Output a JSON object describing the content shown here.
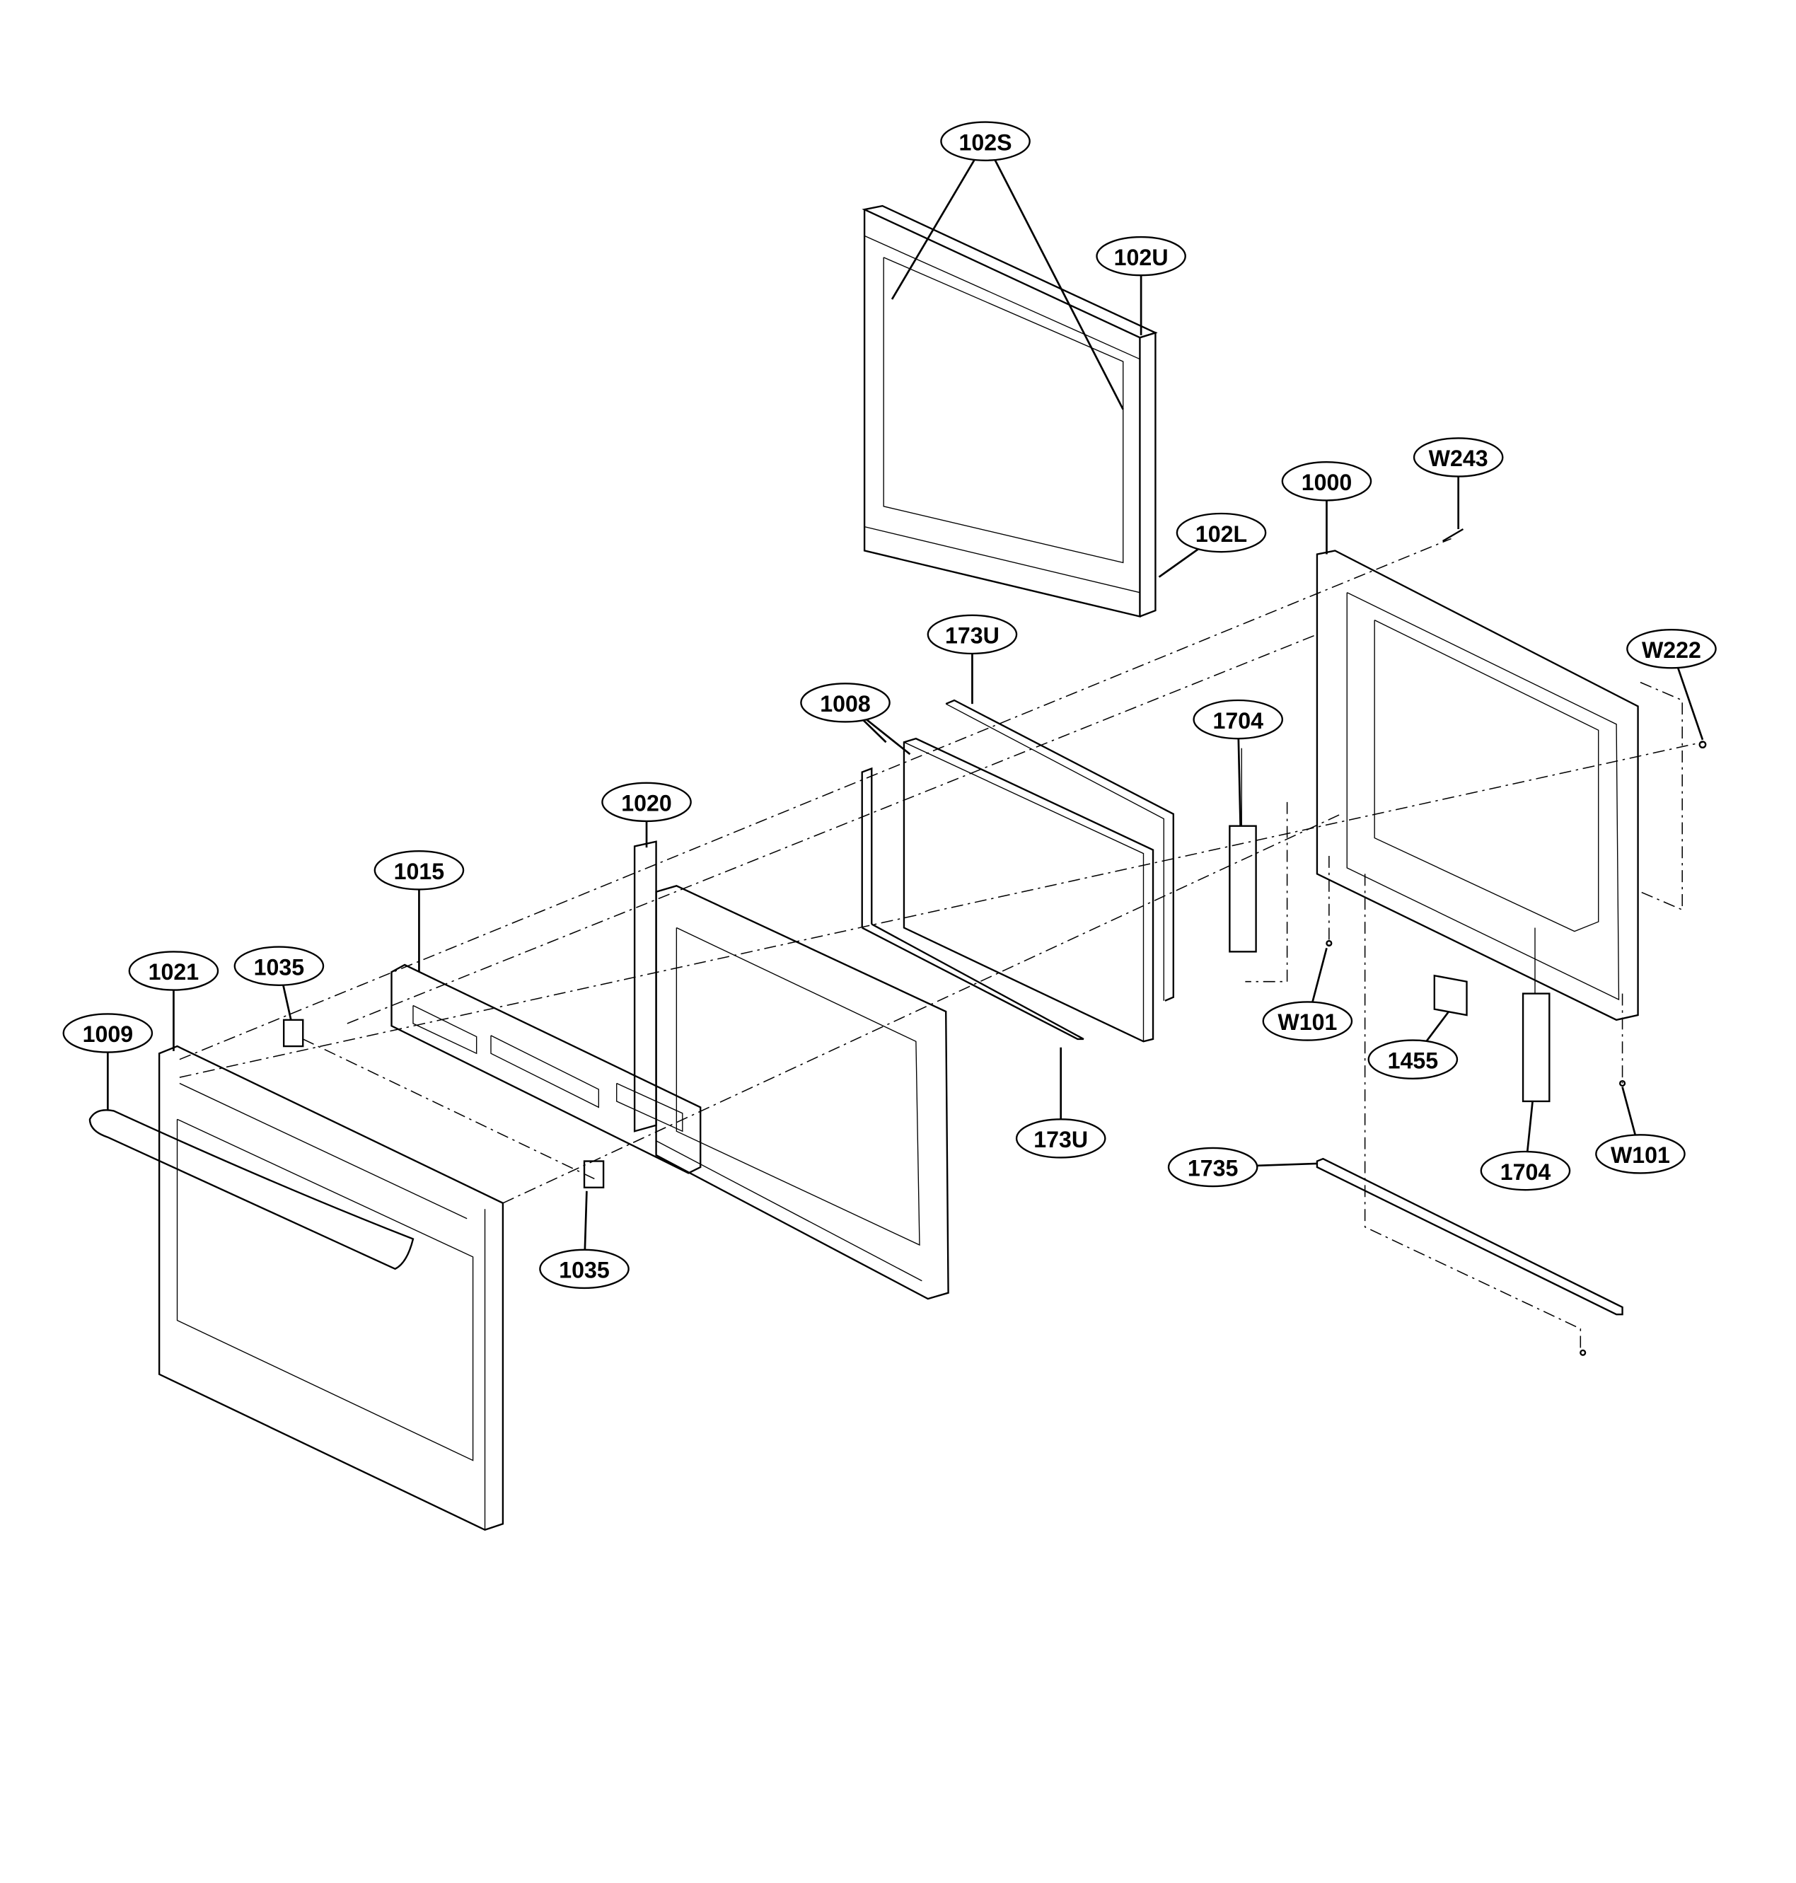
{
  "callouts": [
    {
      "id": "c-102s",
      "text": "102S"
    },
    {
      "id": "c-102u",
      "text": "102U"
    },
    {
      "id": "c-102l",
      "text": "102L"
    },
    {
      "id": "c-w243",
      "text": "W243"
    },
    {
      "id": "c-1000",
      "text": "1000"
    },
    {
      "id": "c-w222",
      "text": "W222"
    },
    {
      "id": "c-173u-top",
      "text": "173U"
    },
    {
      "id": "c-1008",
      "text": "1008"
    },
    {
      "id": "c-1704-top",
      "text": "1704"
    },
    {
      "id": "c-1020",
      "text": "1020"
    },
    {
      "id": "c-1015",
      "text": "1015"
    },
    {
      "id": "c-1021",
      "text": "1021"
    },
    {
      "id": "c-1035-top",
      "text": "1035"
    },
    {
      "id": "c-1009",
      "text": "1009"
    },
    {
      "id": "c-w101-left",
      "text": "W101"
    },
    {
      "id": "c-1455",
      "text": "1455"
    },
    {
      "id": "c-173u-bottom",
      "text": "173U"
    },
    {
      "id": "c-1704-bottom",
      "text": "1704"
    },
    {
      "id": "c-w101-right",
      "text": "W101"
    },
    {
      "id": "c-1735",
      "text": "1735"
    },
    {
      "id": "c-1035-bottom",
      "text": "1035"
    }
  ]
}
